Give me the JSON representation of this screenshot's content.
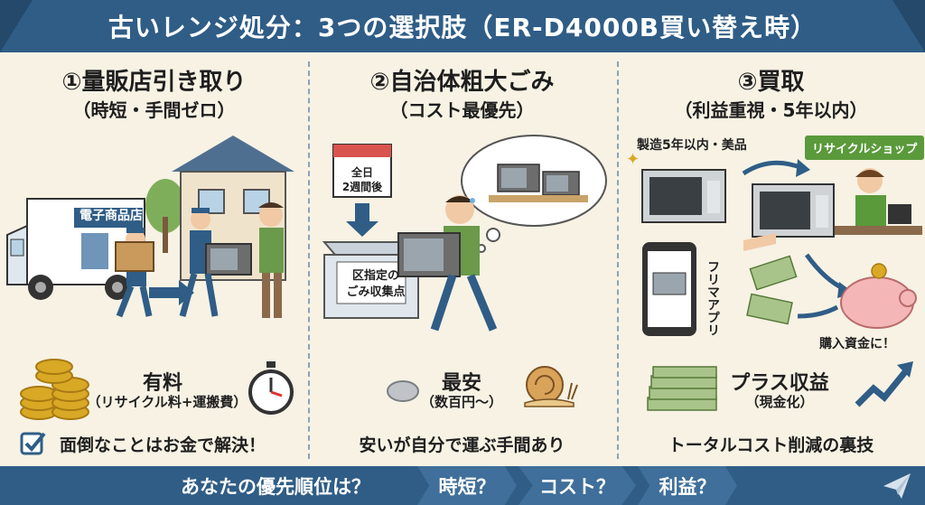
{
  "header": {
    "title": "古いレンジ処分：3つの選択肢（ER-D4000B買い替え時）"
  },
  "options": [
    {
      "title": "①量販店引き取り",
      "subtitle": "（時短・手間ゼロ）",
      "truck_label": "電子商品店",
      "cost_main": "有料",
      "cost_sub": "（リサイクル料+運搬費）",
      "note": "面倒なことはお金で解決！"
    },
    {
      "title": "②自治体粗大ごみ",
      "subtitle": "（コスト最優先）",
      "calendar_label_1": "全日",
      "calendar_label_2": "2週間後",
      "collection_label_1": "区指定の",
      "collection_label_2": "ごみ収集点",
      "cost_main": "最安",
      "cost_sub": "（数百円～）",
      "note": "安いが自分で運ぶ手間あり"
    },
    {
      "title": "③買取",
      "subtitle": "（利益重視・5年以内）",
      "condition_label": "製造5年以内・美品",
      "shop_label": "リサイクルショップ",
      "flea_label": "フリマアプリ",
      "fund_label": "購入資金に！",
      "cost_main": "プラス収益",
      "cost_sub": "（現金化）",
      "note": "トータルコスト削減の裏技"
    }
  ],
  "footer": {
    "question": "あなたの優先順位は？",
    "choice_1": "時短？",
    "choice_2": "コスト？",
    "choice_3": "利益？"
  },
  "colors": {
    "header_bg": "#2f5d86",
    "page_bg": "#f7f2e4",
    "accent_green": "#5a9a3a",
    "coin_gold": "#d9a825"
  }
}
